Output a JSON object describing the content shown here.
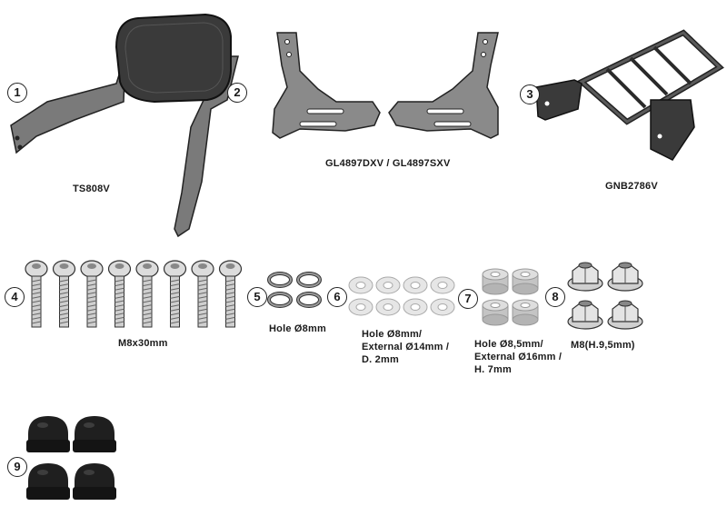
{
  "items": [
    {
      "number": "1",
      "label": "TS808V"
    },
    {
      "number": "2",
      "label": ""
    },
    {
      "number": "3",
      "label": "GNB2786V"
    },
    {
      "number": "4",
      "label": "M8x30mm"
    },
    {
      "number": "5",
      "label": "Hole Ø8mm"
    },
    {
      "number": "6",
      "label_lines": [
        "Hole Ø8mm/",
        "External Ø14mm /",
        "D. 2mm"
      ]
    },
    {
      "number": "7",
      "label_lines": [
        "Hole Ø8,5mm/",
        "External Ø16mm /",
        "H. 7mm"
      ]
    },
    {
      "number": "8",
      "label": "M8(H.9,5mm)"
    },
    {
      "number": "9",
      "label": ""
    }
  ],
  "plates_label": "GL4897DXV / GL4897SXV",
  "colors": {
    "metal": "#6e6e6e",
    "dark": "#2a2a2a",
    "pad": "#3a3a3a",
    "washer": "#d9d9d9",
    "spacer": "#bdbdbd"
  }
}
